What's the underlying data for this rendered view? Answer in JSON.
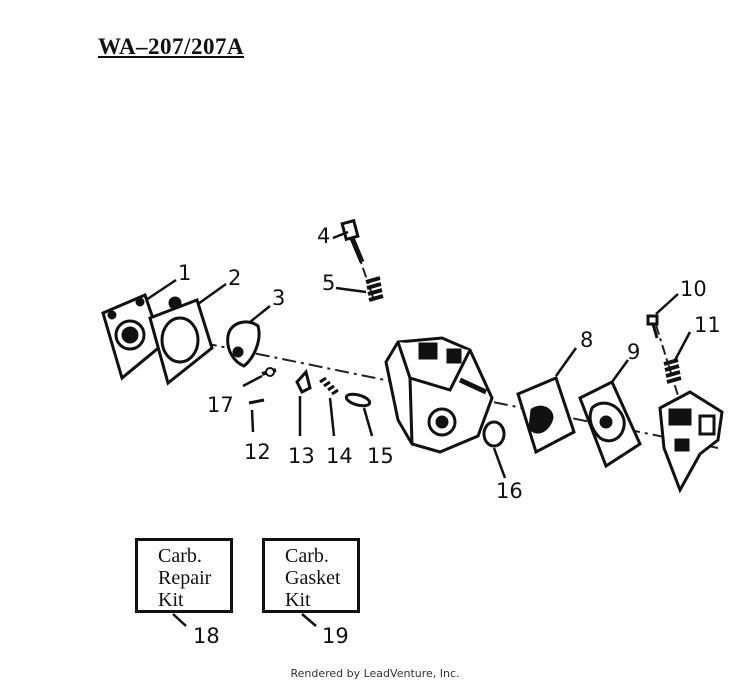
{
  "title": "WA–207/207A",
  "callouts": [
    "1",
    "2",
    "3",
    "4",
    "5",
    "8",
    "9",
    "10",
    "11",
    "12",
    "13",
    "14",
    "15",
    "16",
    "17",
    "18",
    "19"
  ],
  "kits": [
    {
      "lines": [
        "Carb.",
        "Repair",
        "Kit"
      ],
      "callout": "18"
    },
    {
      "lines": [
        "Carb.",
        "Gasket",
        "Kit"
      ],
      "callout": "19"
    }
  ],
  "footer": "Rendered by LeadVenture, Inc."
}
